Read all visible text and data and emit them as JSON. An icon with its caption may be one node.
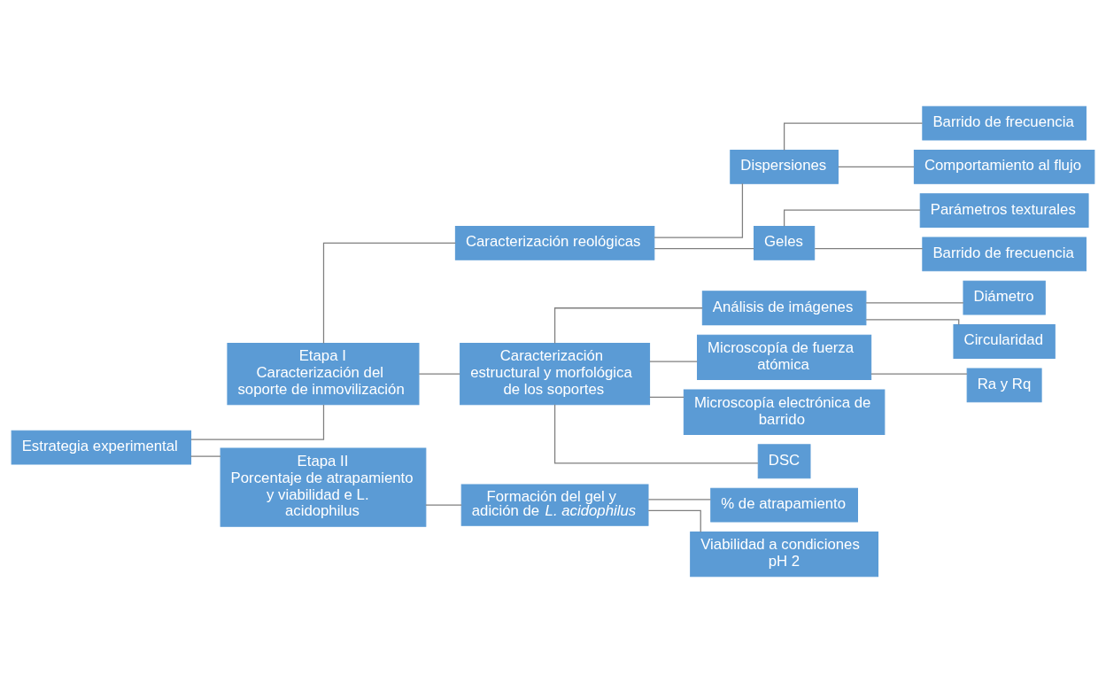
{
  "diagram": {
    "nodes": [
      {
        "text": [
          "Estrategia experimental"
        ]
      },
      {
        "text": [
          "Etapa I",
          "Caracterización del soporte de inmovilización"
        ]
      },
      {
        "text": [
          "Caracterización reológicas"
        ]
      },
      {
        "text": [
          "Dispersiones"
        ]
      },
      {
        "text": [
          "Barrido de frecuencia"
        ]
      },
      {
        "text": [
          "Comportamiento al flujo"
        ]
      },
      {
        "text": [
          "Geles"
        ]
      },
      {
        "text": [
          "Parámetros texturales"
        ]
      },
      {
        "text": [
          "Barrido de frecuencia"
        ]
      },
      {
        "text": [
          "Caracterización estructural y morfológica de los soportes"
        ]
      },
      {
        "text": [
          "Análisis de imágenes"
        ]
      },
      {
        "text": [
          "Diámetro"
        ]
      },
      {
        "text": [
          "Circularidad"
        ]
      },
      {
        "text": [
          "Microscopía de fuerza atómica"
        ]
      },
      {
        "text": [
          "Ra y Rq"
        ]
      },
      {
        "text": [
          "Microscopía electrónica de barrido"
        ]
      },
      {
        "text": [
          "DSC"
        ]
      },
      {
        "text": [
          "Etapa II",
          "Porcentaje de atrapamiento y viabilidad e L. acidophilus"
        ]
      },
      {
        "text": [
          "Formación del gel y adición de *L. acidophilus*"
        ]
      },
      {
        "text": [
          "% de atrapamiento"
        ]
      },
      {
        "text": [
          "Viabilidad a condiciones pH 2"
        ]
      }
    ],
    "edges": [
      {
        "from": 0,
        "to": 1,
        "arrow": "none"
      },
      {
        "from": 0,
        "to": 17,
        "arrow": "none"
      },
      {
        "from": 1,
        "to": 2,
        "arrow": "none"
      },
      {
        "from": 1,
        "to": 9,
        "arrow": "none"
      },
      {
        "from": 2,
        "to": 3,
        "arrow": "none"
      },
      {
        "from": 2,
        "to": 6,
        "arrow": "none"
      },
      {
        "from": 3,
        "to": 4,
        "arrow": "none"
      },
      {
        "from": 3,
        "to": 5,
        "arrow": "none"
      },
      {
        "from": 6,
        "to": 7,
        "arrow": "none"
      },
      {
        "from": 6,
        "to": 8,
        "arrow": "none"
      },
      {
        "from": 9,
        "to": 10,
        "arrow": "none"
      },
      {
        "from": 9,
        "to": 13,
        "arrow": "none"
      },
      {
        "from": 9,
        "to": 15,
        "arrow": "none"
      },
      {
        "from": 9,
        "to": 16,
        "arrow": "none"
      },
      {
        "from": 10,
        "to": 11,
        "arrow": "none"
      },
      {
        "from": 10,
        "to": 12,
        "arrow": "none"
      },
      {
        "from": 13,
        "to": 14,
        "arrow": "none"
      },
      {
        "from": 17,
        "to": 18,
        "arrow": "none"
      },
      {
        "from": 18,
        "to": 19,
        "arrow": "none"
      },
      {
        "from": 18,
        "to": 20,
        "arrow": "none"
      }
    ]
  }
}
